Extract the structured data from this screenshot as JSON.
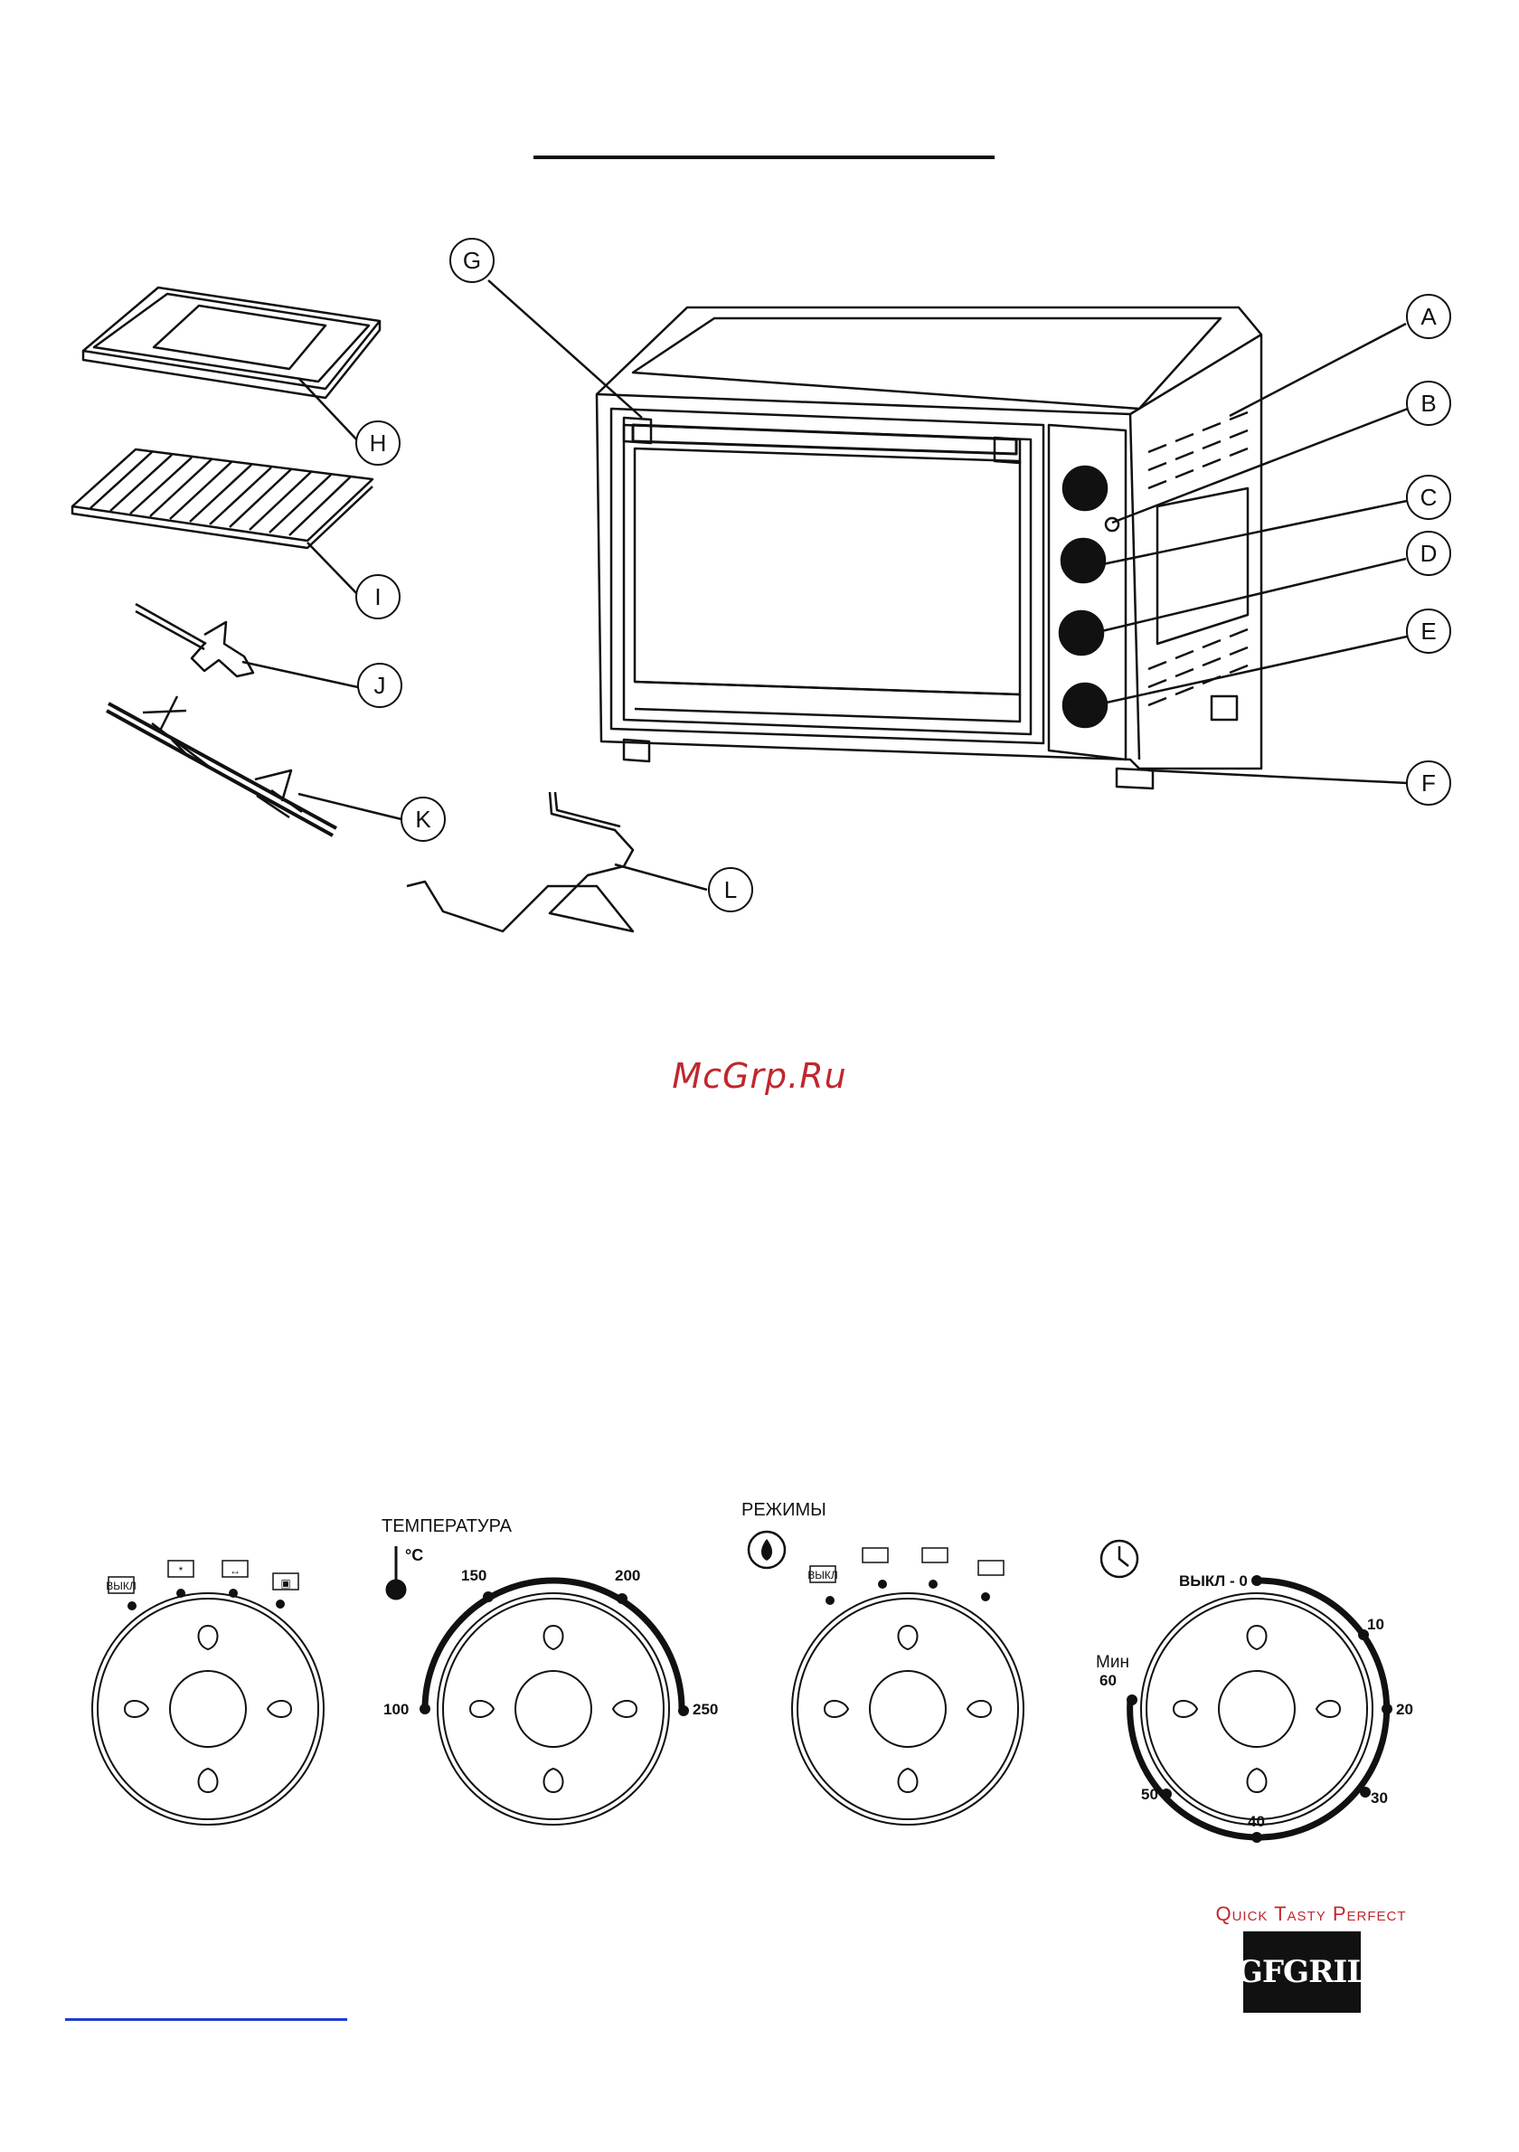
{
  "watermark": "McGrp.Ru",
  "diagram": {
    "labels": [
      "A",
      "B",
      "C",
      "D",
      "E",
      "F",
      "G",
      "H",
      "I",
      "J",
      "K",
      "L"
    ]
  },
  "knobs": {
    "mode_knob": {
      "options": [
        "ВЫКЛ",
        "*",
        "↔",
        "▣"
      ]
    },
    "temperature_knob": {
      "title": "ТЕМПЕРАТУРА",
      "unit": "°C",
      "scale": [
        "100",
        "150",
        "200",
        "250"
      ]
    },
    "function_knob": {
      "title": "РЕЖИМЫ",
      "off_label": "ВЫКЛ"
    },
    "timer_knob": {
      "off_label": "ВЫКЛ - 0",
      "unit": "Мин",
      "scale": [
        "10",
        "20",
        "30",
        "40",
        "50",
        "60"
      ]
    }
  },
  "brand": {
    "tagline": "Quick Tasty Perfect",
    "logo": "GFGRIL"
  }
}
